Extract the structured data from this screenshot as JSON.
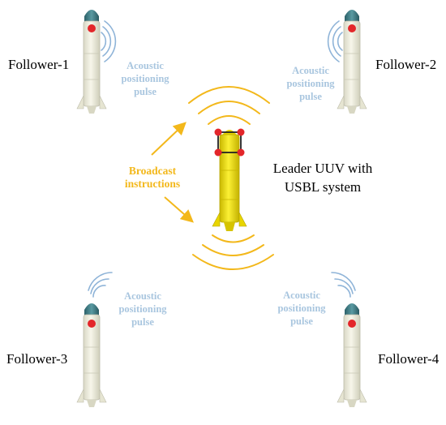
{
  "colors": {
    "pulse": "#8fb4d8",
    "pulse_text": "#a9c6df",
    "broadcast": "#f3b81b",
    "leader_body": "#f2e20f",
    "follower_body": "#efeede",
    "follower_nose": "#3c7b83",
    "marker": "#e3262a"
  },
  "labels": {
    "follower_1": "Follower-1",
    "follower_2": "Follower-2",
    "follower_3": "Follower-3",
    "follower_4": "Follower-4",
    "pulse_line1": "Acoustic",
    "pulse_line2": "positioning",
    "pulse_line3": "pulse",
    "broadcast_line1": "Broadcast",
    "broadcast_line2": "instructions",
    "leader_line1": "Leader UUV with",
    "leader_line2": "USBL system"
  },
  "icons": [
    "follower-uuv-icon",
    "leader-uuv-icon",
    "acoustic-wave-icon",
    "broadcast-wave-icon",
    "arrow-icon",
    "usbl-marker-icon"
  ]
}
